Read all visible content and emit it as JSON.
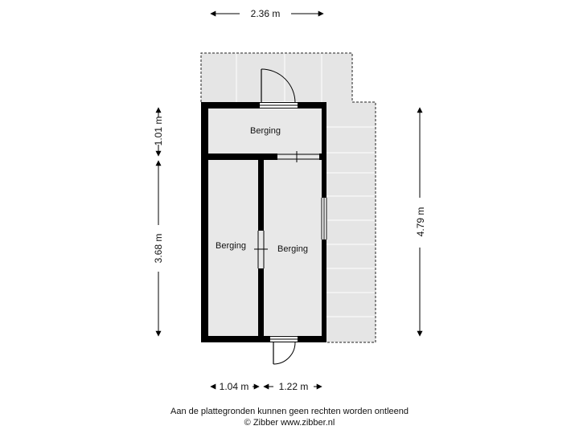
{
  "floorplan": {
    "rooms": [
      {
        "id": "top",
        "label": "Berging"
      },
      {
        "id": "left",
        "label": "Berging"
      },
      {
        "id": "right",
        "label": "Berging"
      }
    ],
    "dimensions": {
      "top_width": "2.36 m",
      "left_upper_height": "1.01 m",
      "left_lower_height": "3.68 m",
      "right_height": "4.79 m",
      "bottom_left_width": "1.04 m",
      "bottom_right_width": "1.22 m"
    },
    "colors": {
      "wall": "#000000",
      "room_fill": "#e8e8e8",
      "terrace_fill": "#e5e5e5",
      "terrace_line": "#ffffff",
      "dashed_outline": "#222222"
    }
  },
  "footer": {
    "disclaimer": "Aan de plattegronden kunnen geen rechten worden ontleend",
    "copyright": "© Zibber www.zibber.nl"
  }
}
